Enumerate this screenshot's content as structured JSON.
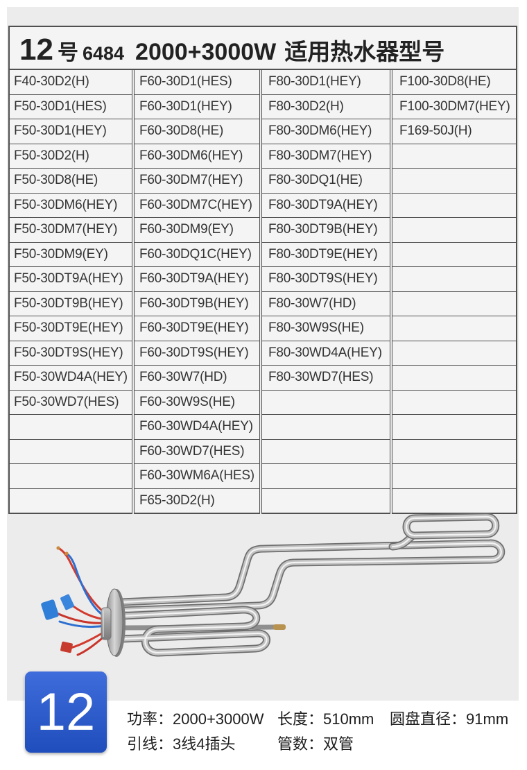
{
  "title": {
    "number": "12",
    "number_suffix": "号",
    "model_code": "6484",
    "power": "2000+3000W",
    "label": "适用热水器型号"
  },
  "model_columns": [
    [
      "F40-30D2(H)",
      "F50-30D1(HES)",
      "F50-30D1(HEY)",
      "F50-30D2(H)",
      "F50-30D8(HE)",
      "F50-30DM6(HEY)",
      "F50-30DM7(HEY)",
      "F50-30DM9(EY)",
      "F50-30DT9A(HEY)",
      "F50-30DT9B(HEY)",
      "F50-30DT9E(HEY)",
      "F50-30DT9S(HEY)",
      "F50-30WD4A(HEY)",
      "F50-30WD7(HES)"
    ],
    [
      "F60-30D1(HES)",
      "F60-30D1(HEY)",
      "F60-30D8(HE)",
      "F60-30DM6(HEY)",
      "F60-30DM7(HEY)",
      "F60-30DM7C(HEY)",
      "F60-30DM9(EY)",
      "F60-30DQ1C(HEY)",
      "F60-30DT9A(HEY)",
      "F60-30DT9B(HEY)",
      "F60-30DT9E(HEY)",
      "F60-30DT9S(HEY)",
      "F60-30W7(HD)",
      "F60-30W9S(HE)",
      "F60-30WD4A(HEY)",
      "F60-30WD7(HES)",
      "F60-30WM6A(HES)",
      "F65-30D2(H)"
    ],
    [
      "F80-30D1(HEY)",
      "F80-30D2(H)",
      "F80-30DM6(HEY)",
      "F80-30DM7(HEY)",
      "F80-30DQ1(HE)",
      "F80-30DT9A(HEY)",
      "F80-30DT9B(HEY)",
      "F80-30DT9E(HEY)",
      "F80-30DT9S(HEY)",
      "F80-30W7(HD)",
      "F80-30W9S(HE)",
      "F80-30WD4A(HEY)",
      "F80-30WD7(HES)"
    ],
    [
      "F100-30D8(HE)",
      "F100-30DM7(HEY)",
      "F169-50J(H)"
    ]
  ],
  "badge": {
    "number": "12"
  },
  "specs": {
    "power": {
      "label": "功率：",
      "value": "2000+3000W"
    },
    "length": {
      "label": "长度：",
      "value": "510mm"
    },
    "disc_diameter": {
      "label": "圆盘直径：",
      "value": "91mm"
    },
    "leads": {
      "label": "引线：",
      "value": "3线4插头"
    },
    "tube_count": {
      "label": "管数：",
      "value": "双管"
    }
  },
  "colors": {
    "badge": "#2458d6",
    "grid_line": "#505050",
    "text": "#333333",
    "panel": "#ececec"
  }
}
